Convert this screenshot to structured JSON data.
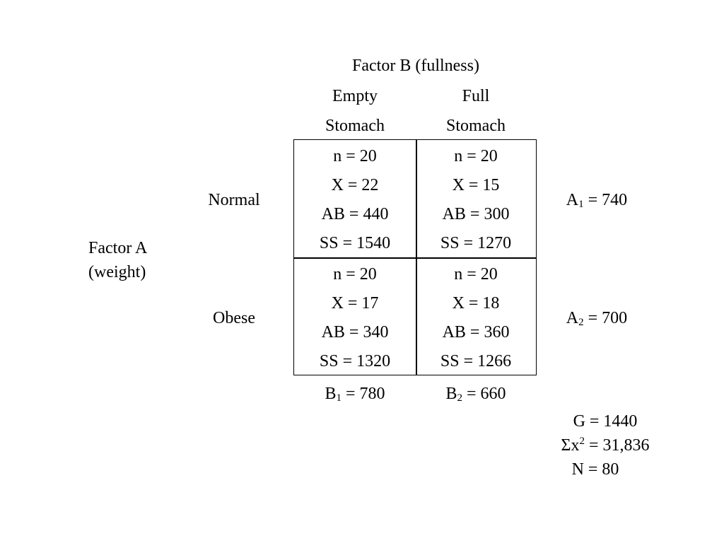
{
  "factor_b": {
    "title": "Factor B (fullness)",
    "levels": [
      {
        "line1": "Empty",
        "line2": "Stomach"
      },
      {
        "line1": "Full",
        "line2": "Stomach"
      }
    ]
  },
  "factor_a": {
    "title_line1": "Factor A",
    "title_line2": "(weight)",
    "levels": [
      "Normal",
      "Obese"
    ]
  },
  "cells": [
    {
      "n": "n = 20",
      "x": "X = 22",
      "ab": "AB = 440",
      "ss": "SS = 1540"
    },
    {
      "n": "n = 20",
      "x": "X = 15",
      "ab": "AB = 300",
      "ss": "SS = 1270"
    },
    {
      "n": "n = 20",
      "x": "X = 17",
      "ab": "AB = 340",
      "ss": "SS = 1320"
    },
    {
      "n": "n = 20",
      "x": "X = 18",
      "ab": "AB = 360",
      "ss": "SS = 1266"
    }
  ],
  "row_totals": [
    {
      "sym": "A",
      "sub": "1",
      "value": " = 740"
    },
    {
      "sym": "A",
      "sub": "2",
      "value": " = 700"
    }
  ],
  "col_totals": [
    {
      "sym": "B",
      "sub": "1",
      "value": " = 780"
    },
    {
      "sym": "B",
      "sub": "2",
      "value": " = 660"
    }
  ],
  "summary": {
    "g": "G = 1440",
    "sumx2_sym": "Σx",
    "sumx2_sup": "2",
    "sumx2_value": " = 31,836",
    "n": "N = 80"
  }
}
